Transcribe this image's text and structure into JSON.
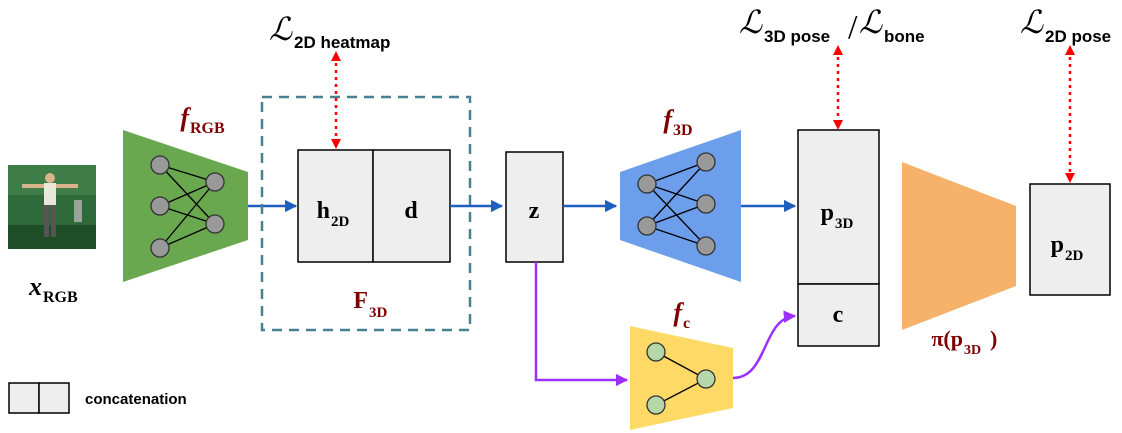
{
  "input": {
    "symbol": "x",
    "subscript": "RGB"
  },
  "networks": {
    "f_rgb": {
      "symbol": "f",
      "subscript": "RGB",
      "color": "#6aa84f"
    },
    "f_3d": {
      "symbol": "f",
      "subscript": "3D",
      "color": "#6d9eeb"
    },
    "f_c": {
      "symbol": "f",
      "subscript": "c",
      "color": "#ffd966"
    },
    "projection": {
      "label": "π(p",
      "subscript": "3D",
      "close": ")",
      "color": "#f6b26b"
    }
  },
  "features": {
    "h2d": {
      "main": "h",
      "subscript": "2D"
    },
    "d": {
      "main": "d"
    },
    "z": {
      "main": "z"
    },
    "p3d": {
      "main": "p",
      "subscript": "3D"
    },
    "c": {
      "main": "c"
    },
    "p2d": {
      "main": "p",
      "subscript": "2D"
    },
    "group": {
      "main": "F",
      "subscript": "3D"
    }
  },
  "losses": {
    "heatmap": {
      "symbol": "ℒ",
      "subscript": "2D heatmap"
    },
    "pose3d": {
      "symbol": "ℒ",
      "subscript": "3D pose",
      "separator": "/",
      "symbol2": "ℒ",
      "subscript2": "bone"
    },
    "pose2d": {
      "symbol": "ℒ",
      "subscript": "2D pose"
    }
  },
  "legend": {
    "label": "concatenation"
  },
  "colors": {
    "arrow_blue": "#1f5fbf",
    "arrow_purple": "#9b30ff",
    "loss_red": "#ff0000",
    "label_dark_red": "#7f0000",
    "dashed_box": "#45818e",
    "box_fill": "#eeeeee"
  }
}
